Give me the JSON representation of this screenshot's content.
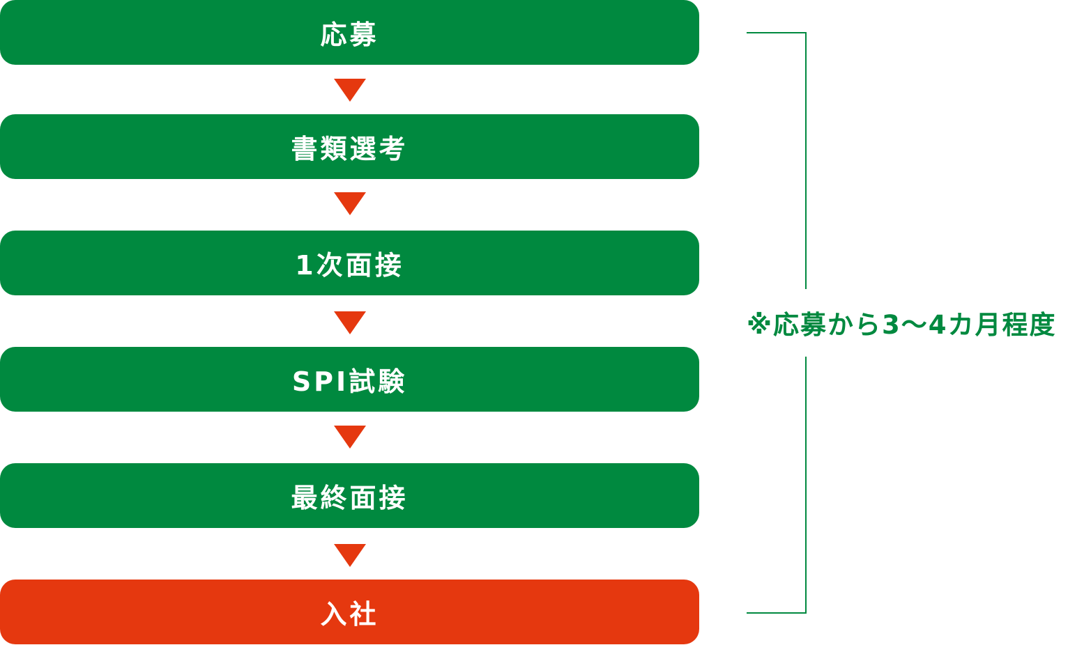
{
  "steps": [
    {
      "label": "応募"
    },
    {
      "label": "書類選考"
    },
    {
      "label": "1次面接"
    },
    {
      "label": "SPI試験"
    },
    {
      "label": "最終面接"
    },
    {
      "label": "入社"
    }
  ],
  "note": "※応募から3〜4カ月程度",
  "colors": {
    "step": "#00893f",
    "final_step": "#e5380f",
    "arrow": "#e5380f",
    "bracket": "#00893f",
    "note_text": "#00893f"
  }
}
